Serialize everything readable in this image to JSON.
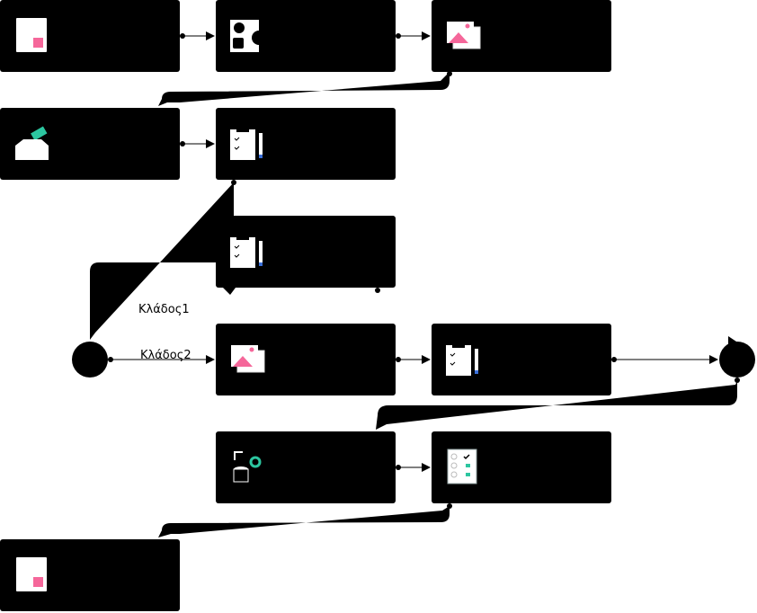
{
  "diagram": {
    "branches": {
      "branch1": "Κλάδος1",
      "branch2": "Κλάδος2"
    },
    "nodes": [
      {
        "id": "n1",
        "icon": "document-icon"
      },
      {
        "id": "n2",
        "icon": "shapes-icon"
      },
      {
        "id": "n3",
        "icon": "image-icon"
      },
      {
        "id": "n4",
        "icon": "inbox-icon"
      },
      {
        "id": "n5",
        "icon": "clipboard-icon"
      },
      {
        "id": "n6",
        "icon": "clipboard-icon"
      },
      {
        "id": "n7",
        "icon": "image-icon"
      },
      {
        "id": "n8",
        "icon": "clipboard-icon"
      },
      {
        "id": "n9",
        "icon": "database-icon"
      },
      {
        "id": "n10",
        "icon": "checklist-icon"
      },
      {
        "id": "n11",
        "icon": "document-icon"
      }
    ],
    "gateways": [
      {
        "id": "g1",
        "icon": "gateway-circle"
      },
      {
        "id": "g2",
        "icon": "gateway-circle"
      }
    ]
  },
  "colors": {
    "node_fill": "#000000",
    "edge": "#000000",
    "accent_pink": "#f5679a",
    "accent_teal": "#2cc6a0",
    "icon_white": "#ffffff",
    "pencil_blue": "#3a6fd8"
  }
}
